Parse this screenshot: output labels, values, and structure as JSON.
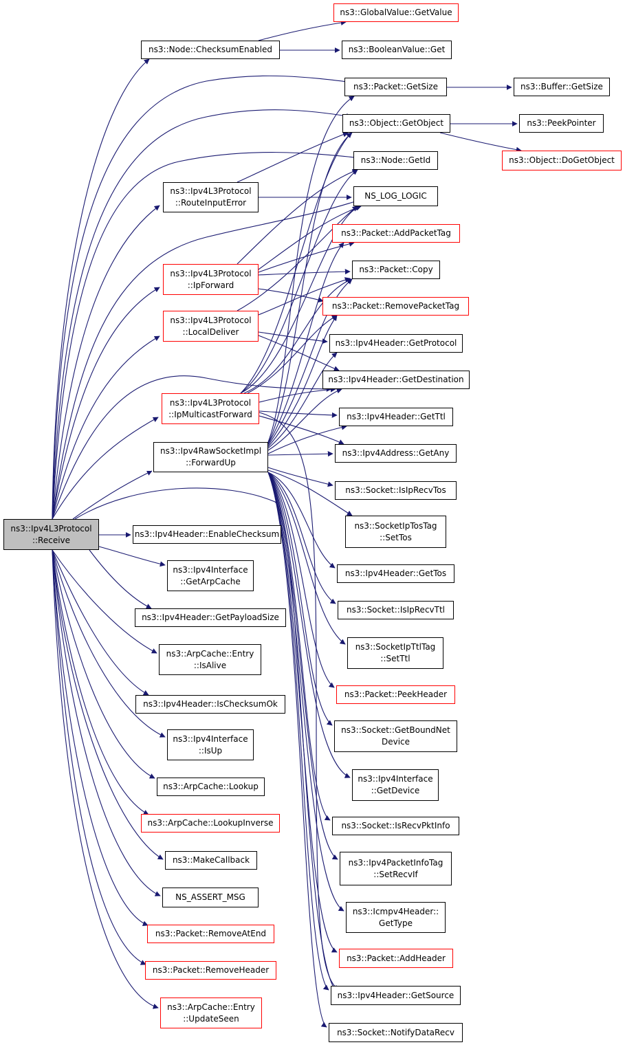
{
  "colors": {
    "edge": "#191970",
    "box_border": "#000000",
    "red_border": "#ff0000",
    "root_fill": "#bfbfbf",
    "background": "#ffffff"
  },
  "nodes": {
    "root": {
      "lines": [
        "ns3::Ipv4L3Protocol",
        "::Receive"
      ]
    },
    "checksum_enabled": {
      "lines": [
        "ns3::Node::ChecksumEnabled"
      ]
    },
    "route_input_error": {
      "lines": [
        "ns3::Ipv4L3Protocol",
        "::RouteInputError"
      ]
    },
    "ip_forward": {
      "lines": [
        "ns3::Ipv4L3Protocol",
        "::IpForward"
      ]
    },
    "local_deliver": {
      "lines": [
        "ns3::Ipv4L3Protocol",
        "::LocalDeliver"
      ]
    },
    "ip_multicast_forward": {
      "lines": [
        "ns3::Ipv4L3Protocol",
        "::IpMulticastForward"
      ]
    },
    "forward_up": {
      "lines": [
        "ns3::Ipv4RawSocketImpl",
        "::ForwardUp"
      ]
    },
    "enable_checksum": {
      "lines": [
        "ns3::Ipv4Header::EnableChecksum"
      ]
    },
    "get_arp_cache": {
      "lines": [
        "ns3::Ipv4Interface",
        "::GetArpCache"
      ]
    },
    "get_payload_size": {
      "lines": [
        "ns3::Ipv4Header::GetPayloadSize"
      ]
    },
    "entry_is_alive": {
      "lines": [
        "ns3::ArpCache::Entry",
        "::IsAlive"
      ]
    },
    "is_checksum_ok": {
      "lines": [
        "ns3::Ipv4Header::IsChecksumOk"
      ]
    },
    "iface_is_up": {
      "lines": [
        "ns3::Ipv4Interface",
        "::IsUp"
      ]
    },
    "arp_lookup": {
      "lines": [
        "ns3::ArpCache::Lookup"
      ]
    },
    "arp_lookup_inverse": {
      "lines": [
        "ns3::ArpCache::LookupInverse"
      ]
    },
    "make_callback": {
      "lines": [
        "ns3::MakeCallback"
      ]
    },
    "ns_assert_msg": {
      "lines": [
        "NS_ASSERT_MSG"
      ]
    },
    "remove_at_end": {
      "lines": [
        "ns3::Packet::RemoveAtEnd"
      ]
    },
    "remove_header": {
      "lines": [
        "ns3::Packet::RemoveHeader"
      ]
    },
    "entry_update_seen": {
      "lines": [
        "ns3::ArpCache::Entry",
        "::UpdateSeen"
      ]
    },
    "global_get_value": {
      "lines": [
        "ns3::GlobalValue::GetValue"
      ]
    },
    "boolean_get": {
      "lines": [
        "ns3::BooleanValue::Get"
      ]
    },
    "packet_get_size": {
      "lines": [
        "ns3::Packet::GetSize"
      ]
    },
    "object_get_object": {
      "lines": [
        "ns3::Object::GetObject"
      ]
    },
    "node_get_id": {
      "lines": [
        "ns3::Node::GetId"
      ]
    },
    "ns_log_logic": {
      "lines": [
        "NS_LOG_LOGIC"
      ]
    },
    "add_packet_tag": {
      "lines": [
        "ns3::Packet::AddPacketTag"
      ]
    },
    "packet_copy": {
      "lines": [
        "ns3::Packet::Copy"
      ]
    },
    "remove_packet_tag": {
      "lines": [
        "ns3::Packet::RemovePacketTag"
      ]
    },
    "get_protocol": {
      "lines": [
        "ns3::Ipv4Header::GetProtocol"
      ]
    },
    "get_destination": {
      "lines": [
        "ns3::Ipv4Header::GetDestination"
      ]
    },
    "get_ttl": {
      "lines": [
        "ns3::Ipv4Header::GetTtl"
      ]
    },
    "get_any": {
      "lines": [
        "ns3::Ipv4Address::GetAny"
      ]
    },
    "is_ip_recv_tos": {
      "lines": [
        "ns3::Socket::IsIpRecvTos"
      ]
    },
    "set_tos": {
      "lines": [
        "ns3::SocketIpTosTag",
        "::SetTos"
      ]
    },
    "get_tos": {
      "lines": [
        "ns3::Ipv4Header::GetTos"
      ]
    },
    "is_ip_recv_ttl": {
      "lines": [
        "ns3::Socket::IsIpRecvTtl"
      ]
    },
    "set_ttl": {
      "lines": [
        "ns3::SocketIpTtlTag",
        "::SetTtl"
      ]
    },
    "peek_header": {
      "lines": [
        "ns3::Packet::PeekHeader"
      ]
    },
    "get_bound_net_device": {
      "lines": [
        "ns3::Socket::GetBoundNet",
        "Device"
      ]
    },
    "iface_get_device": {
      "lines": [
        "ns3::Ipv4Interface",
        "::GetDevice"
      ]
    },
    "is_recv_pkt_info": {
      "lines": [
        "ns3::Socket::IsRecvPktInfo"
      ]
    },
    "set_recv_if": {
      "lines": [
        "ns3::Ipv4PacketInfoTag",
        "::SetRecvIf"
      ]
    },
    "icmp_get_type": {
      "lines": [
        "ns3::Icmpv4Header::",
        "GetType"
      ]
    },
    "add_header": {
      "lines": [
        "ns3::Packet::AddHeader"
      ]
    },
    "get_source": {
      "lines": [
        "ns3::Ipv4Header::GetSource"
      ]
    },
    "notify_data_recv": {
      "lines": [
        "ns3::Socket::NotifyDataRecv"
      ]
    },
    "buffer_get_size": {
      "lines": [
        "ns3::Buffer::GetSize"
      ]
    },
    "peek_pointer": {
      "lines": [
        "ns3::PeekPointer"
      ]
    },
    "do_get_object": {
      "lines": [
        "ns3::Object::DoGetObject"
      ]
    }
  }
}
